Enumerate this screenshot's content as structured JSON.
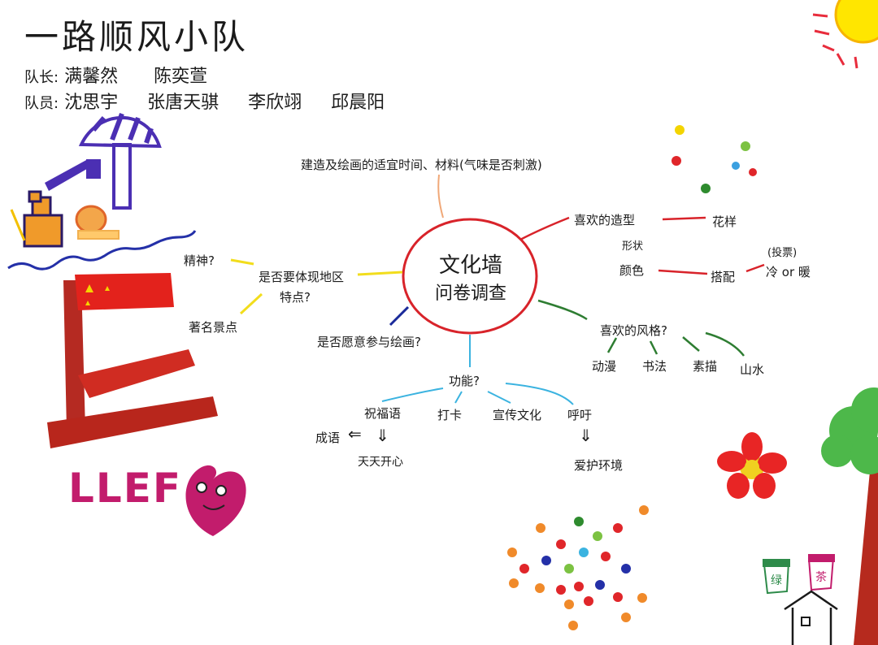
{
  "header": {
    "team_name": "一路顺风小队",
    "captain_label": "队长:",
    "captains": [
      "满馨然",
      "陈奕萱"
    ],
    "member_label": "队员:",
    "members": [
      "沈思宇",
      "张唐天骐",
      "李欣翊",
      "邱晨阳"
    ]
  },
  "mindmap": {
    "center_line1": "文化墙",
    "center_line2": "问卷调查",
    "top_branch": "建造及绘画的适宜时间、材料(气味是否刺激)",
    "left_branch": {
      "label_line1": "是否要体现地区",
      "label_line2": "特点?",
      "children": [
        "精神?",
        "著名景点"
      ]
    },
    "left_bottom_branch": "是否愿意参与绘画?",
    "right_top_branch": {
      "label": "喜欢的造型",
      "sub_shape": "形状",
      "sub_color": "颜色",
      "child_pattern": "花样",
      "child_match": "搭配",
      "vote": "(投票)",
      "match_options": "冷 or 暖"
    },
    "right_bottom_branch": {
      "label": "喜欢的风格?",
      "children": [
        "动漫",
        "书法",
        "素描",
        "山水"
      ]
    },
    "bottom_branch": {
      "label": "功能?",
      "children": [
        "祝福语",
        "打卡",
        "宣传文化",
        "呼吁"
      ],
      "blessing_left": "成语",
      "blessing_left_arrow": "⇐",
      "blessing_down_arrow": "⇓",
      "blessing_result": "天天开心",
      "appeal_down_arrow": "⇓",
      "appeal_result": "爱护环境"
    }
  },
  "decor": {
    "love_text": "LLEF",
    "cup_labels": [
      "绿",
      "茶"
    ]
  },
  "colors": {
    "center_circle": "#d8232a",
    "top_line": "#f0a878",
    "left_line": "#f2dd1c",
    "left_bottom_line": "#1a2a9a",
    "bottom_line": "#3bb3e0",
    "right_top_line": "#d8232a",
    "right_bottom_line": "#2e7d32",
    "flag_red": "#e3221c"
  }
}
